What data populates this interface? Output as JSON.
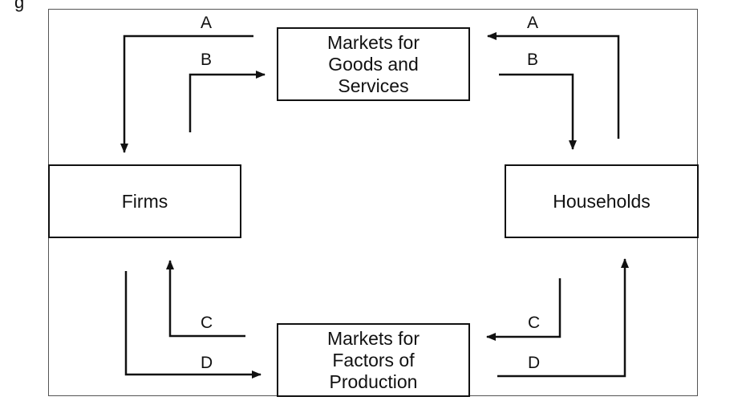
{
  "corner_text": "g",
  "nodes": {
    "goods_market": "Markets for\nGoods and\nServices",
    "factor_market": "Markets for\nFactors of\nProduction",
    "firms": "Firms",
    "households": "Households"
  },
  "flow_labels": {
    "top_left_a": "A",
    "top_left_b": "B",
    "top_right_a": "A",
    "top_right_b": "B",
    "bottom_left_c": "C",
    "bottom_left_d": "D",
    "bottom_right_c": "C",
    "bottom_right_d": "D"
  }
}
